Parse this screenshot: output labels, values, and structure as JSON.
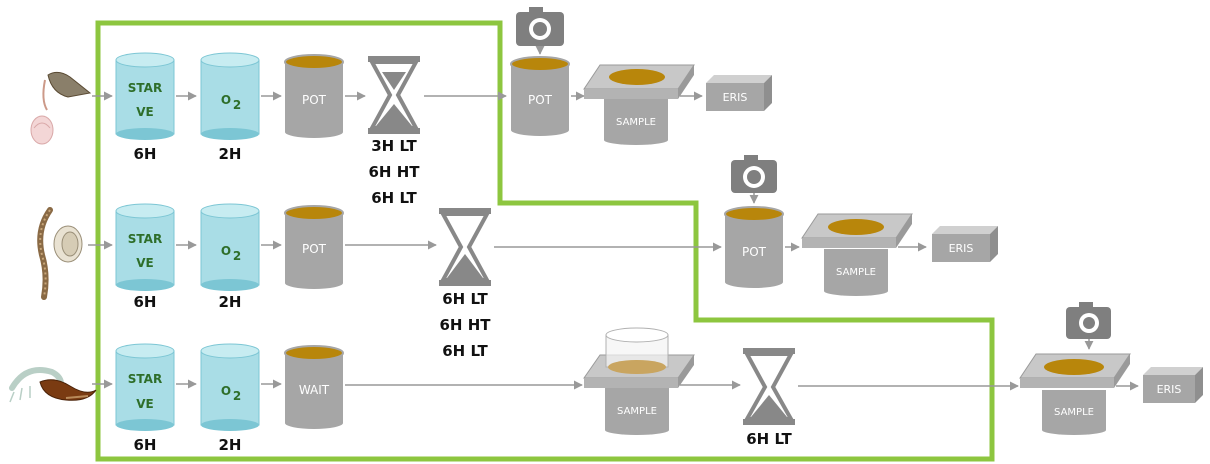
{
  "rows": [
    {
      "starve_text": [
        "STAR",
        "VE"
      ],
      "o2_text": "O",
      "o2_sub": "2",
      "starve_duration": "6H",
      "o2_duration": "2H",
      "third_label": "POT",
      "timer_labels": [
        "3H LT",
        "6H HT",
        "6H LT"
      ],
      "pot_label": "POT",
      "sample_label": "SAMPLE",
      "eris_label": "ERIS"
    },
    {
      "starve_text": [
        "STAR",
        "VE"
      ],
      "o2_text": "O",
      "o2_sub": "2",
      "starve_duration": "6H",
      "o2_duration": "2H",
      "third_label": "POT",
      "timer_labels": [
        "6H LT",
        "6H HT",
        "6H LT"
      ],
      "pot_label": "POT",
      "sample_label": "SAMPLE",
      "eris_label": "ERIS"
    },
    {
      "starve_text": [
        "STAR",
        "VE"
      ],
      "o2_text": "O",
      "o2_sub": "2",
      "starve_duration": "6H",
      "o2_duration": "2H",
      "third_label": "WAIT",
      "timer_labels": [
        "6H LT"
      ],
      "sample_label": "SAMPLE",
      "sample2_label": "SAMPLE",
      "eris_label": "ERIS"
    }
  ],
  "colors": {
    "water": "#a9dde6",
    "water_dark": "#7cc6d4",
    "grey": "#a6a6a6",
    "grey_light": "#c8c8c8",
    "sediment": "#b8860b",
    "boundary": "#8dc63f",
    "arrow": "#999999"
  },
  "icons": [
    "snail-icon",
    "worm-icon",
    "shrimp-icon",
    "hourglass-icon",
    "camera-icon"
  ]
}
